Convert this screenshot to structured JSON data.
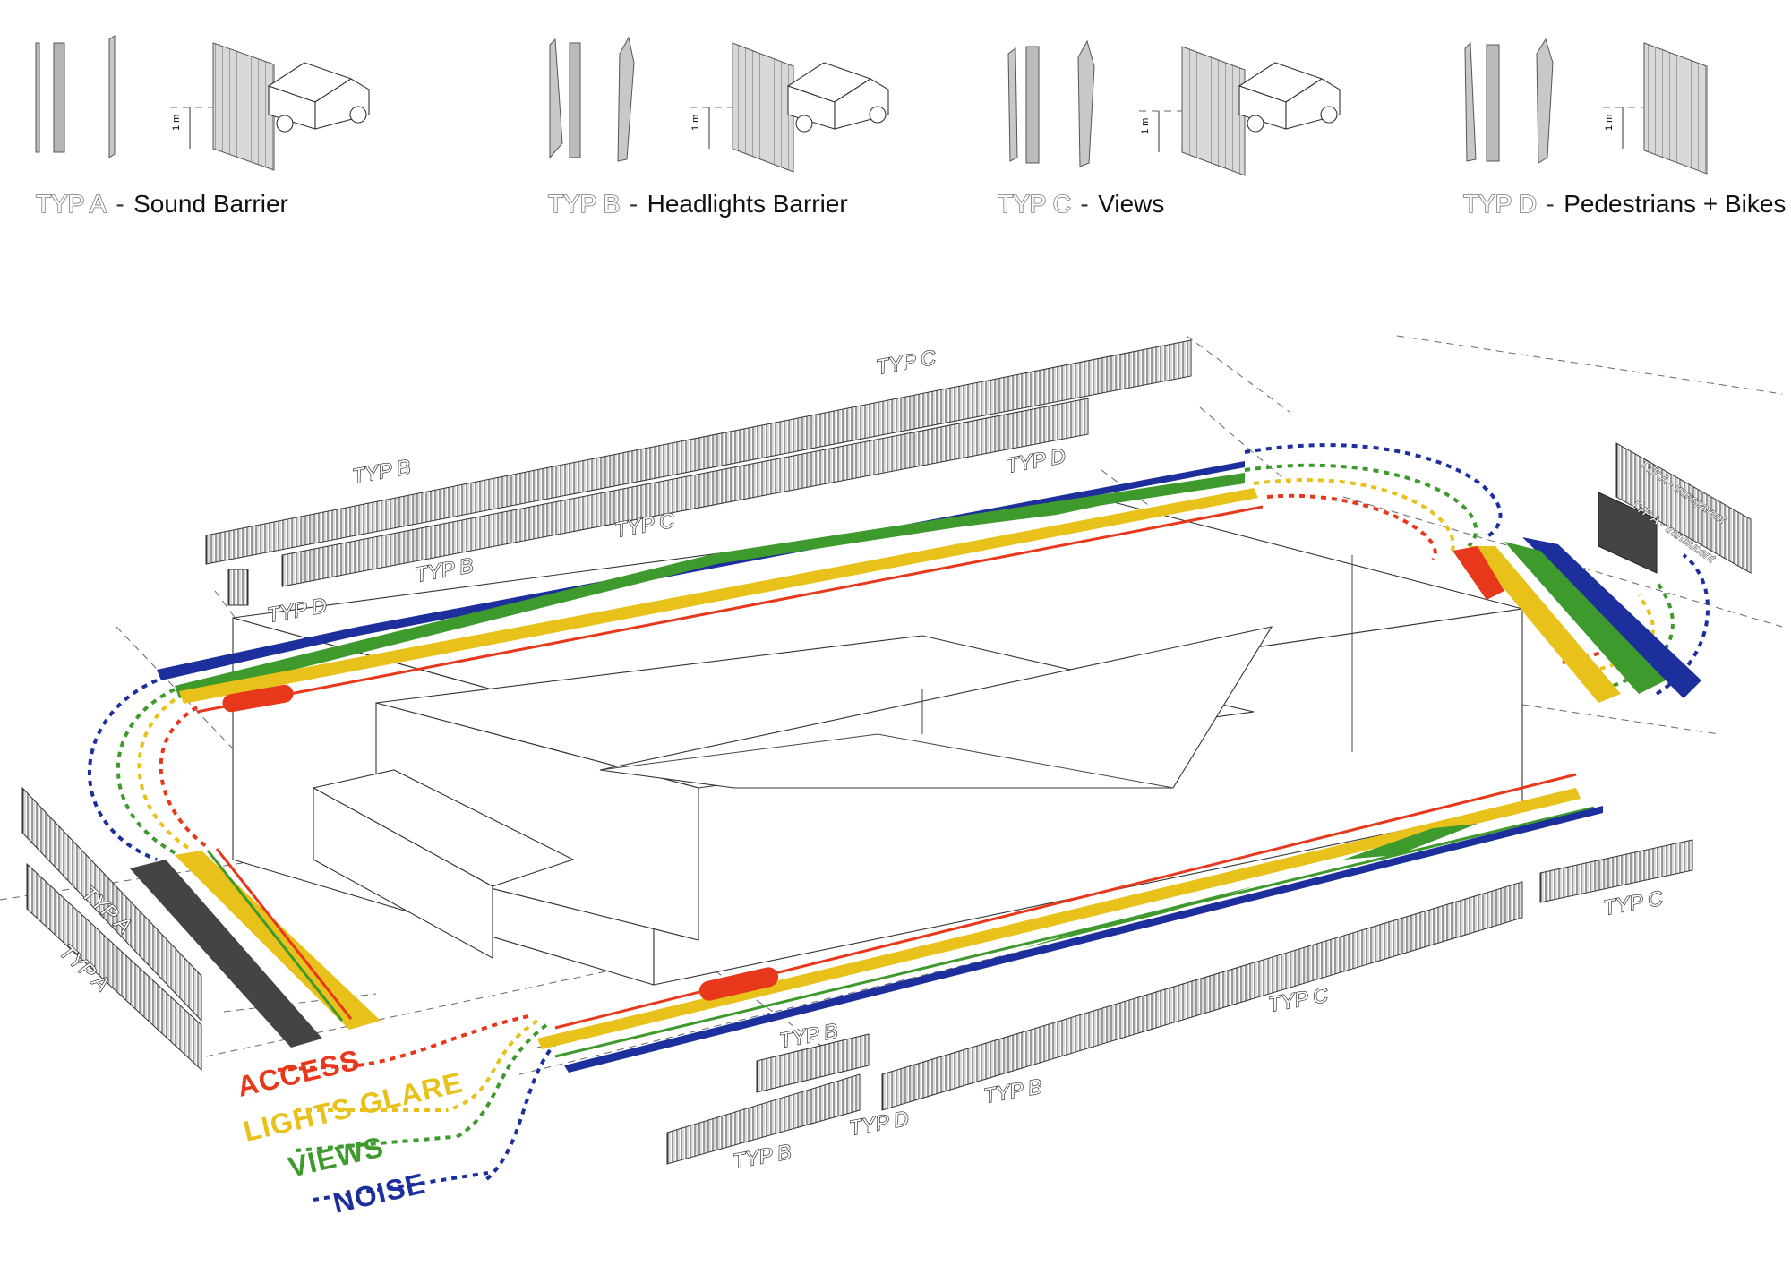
{
  "header": {
    "types": [
      {
        "code": "TYP A",
        "desc": "Sound Barrier"
      },
      {
        "code": "TYP B",
        "desc": "Headlights Barrier"
      },
      {
        "code": "TYP C",
        "desc": "Views"
      },
      {
        "code": "TYP D",
        "desc": "Pedestrians + Bikes"
      }
    ],
    "dash": "-",
    "scale_label": "1 m"
  },
  "plan_labels": {
    "typ_a": "TYP A",
    "typ_b": "TYP B",
    "typ_c": "TYP C",
    "typ_d": "TYP D",
    "typ_a_translucent": "TYP A - translucent",
    "typ_a_transparent": "TYP A - transparent"
  },
  "legend": [
    {
      "label": "ACCESS",
      "color": "#e8381c"
    },
    {
      "label": "LIGHTS GLARE",
      "color": "#e8c21a"
    },
    {
      "label": "VIEWS",
      "color": "#3e9a2c"
    },
    {
      "label": "NOISE",
      "color": "#1c2f9c"
    }
  ],
  "colors": {
    "access": "#e8381c",
    "glare": "#e8c21a",
    "views": "#3e9a2c",
    "noise": "#1c2f9c",
    "dark_lane": "#444444"
  }
}
